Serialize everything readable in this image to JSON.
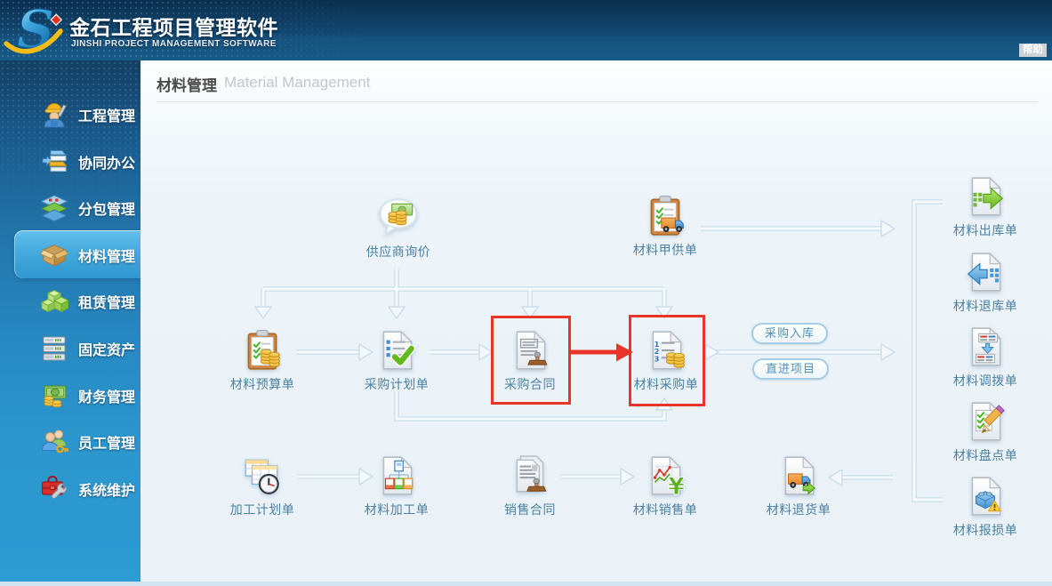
{
  "header": {
    "title": "金石工程项目管理软件",
    "subtitle": "JINSHI PROJECT MANAGEMENT SOFTWARE",
    "help_label": "帮助"
  },
  "sidebar": {
    "active_item": "材料管理",
    "items": [
      {
        "label": "工程管理",
        "icon": "engineering"
      },
      {
        "label": "协同办公",
        "icon": "collaboration"
      },
      {
        "label": "分包管理",
        "icon": "subcontract"
      },
      {
        "label": "材料管理",
        "icon": "material"
      },
      {
        "label": "租赁管理",
        "icon": "lease"
      },
      {
        "label": "固定资产",
        "icon": "fixed-assets"
      },
      {
        "label": "财务管理",
        "icon": "finance"
      },
      {
        "label": "员工管理",
        "icon": "employees"
      },
      {
        "label": "系统维护",
        "icon": "maintenance"
      }
    ]
  },
  "main": {
    "title": "材料管理",
    "subtitle": "Material Management"
  },
  "flow": {
    "nodes": [
      {
        "id": "supplier-inquiry",
        "label": "供应商询价",
        "icon": "inquiry-bubble"
      },
      {
        "id": "material-owner-supply",
        "label": "材料甲供单",
        "icon": "clipboard-truck"
      },
      {
        "id": "material-budget",
        "label": "材料预算单",
        "icon": "clipboard-coins"
      },
      {
        "id": "purchase-plan",
        "label": "采购计划单",
        "icon": "doc-check"
      },
      {
        "id": "purchase-contract",
        "label": "采购合同",
        "icon": "doc-stamp"
      },
      {
        "id": "material-purchase",
        "label": "材料采购单",
        "icon": "doc-coins"
      },
      {
        "id": "processing-plan",
        "label": "加工计划单",
        "icon": "table-clock"
      },
      {
        "id": "material-processing",
        "label": "材料加工单",
        "icon": "doc-tree"
      },
      {
        "id": "sales-contract",
        "label": "销售合同",
        "icon": "docs-stamp"
      },
      {
        "id": "material-sales",
        "label": "材料销售单",
        "icon": "doc-chart-yen"
      },
      {
        "id": "material-return-goods",
        "label": "材料退货单",
        "icon": "doc-truck-out"
      },
      {
        "id": "material-outbound",
        "label": "材料出库单",
        "icon": "doc-arrow-right"
      },
      {
        "id": "material-return-store",
        "label": "材料退库单",
        "icon": "doc-arrow-left"
      },
      {
        "id": "material-transfer",
        "label": "材料调拨单",
        "icon": "doc-transfer"
      },
      {
        "id": "material-stocktake",
        "label": "材料盘点单",
        "icon": "doc-pencil"
      },
      {
        "id": "material-loss",
        "label": "材料报损单",
        "icon": "doc-brick-warn"
      }
    ],
    "tags": [
      {
        "label": "采购入库"
      },
      {
        "label": "直进项目"
      }
    ],
    "annotation": {
      "type": "red-highlight",
      "from": "采购合同",
      "to": "材料采购单",
      "color": "#e8352a"
    }
  }
}
